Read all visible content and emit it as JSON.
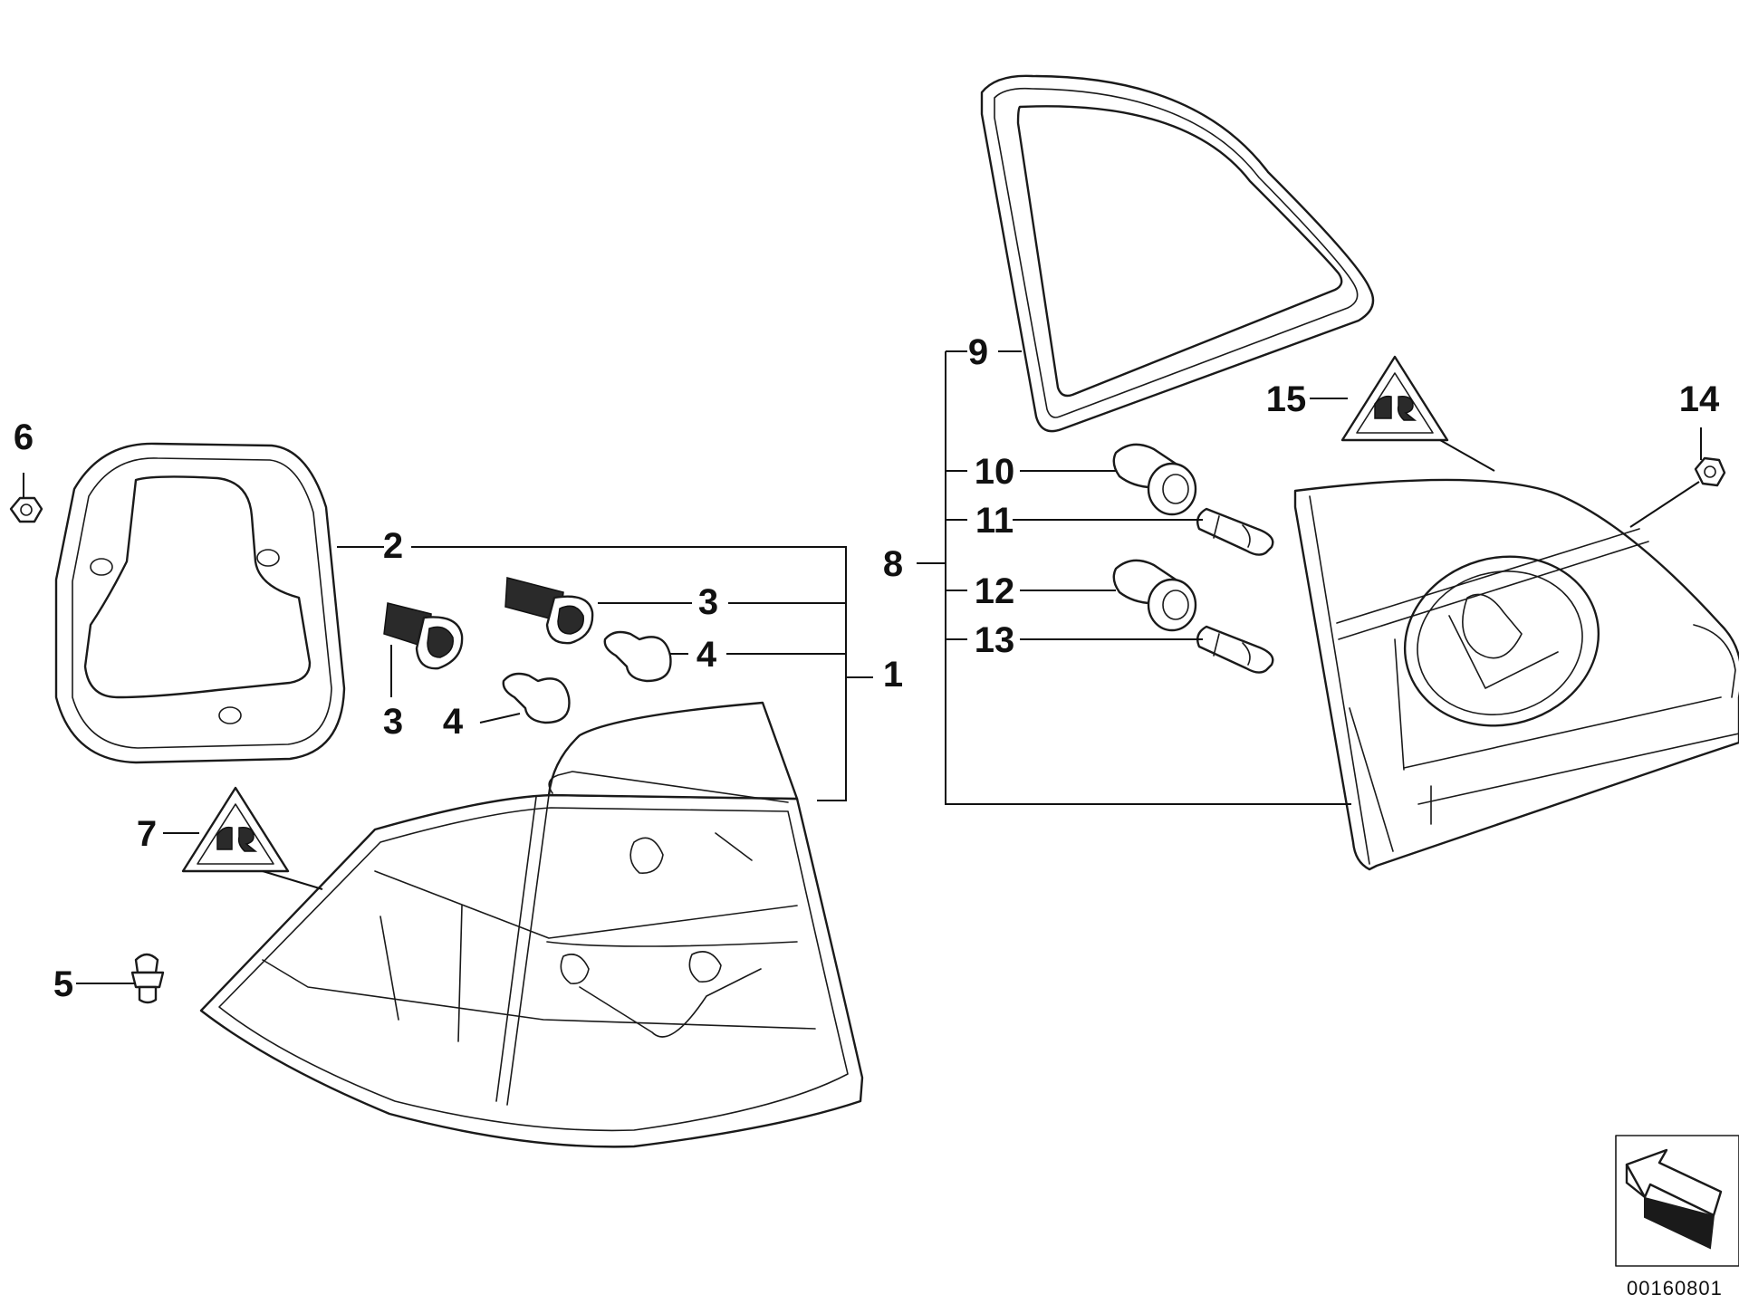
{
  "callouts": {
    "c1": "1",
    "c2": "2",
    "c3a": "3",
    "c3b": "3",
    "c4a": "4",
    "c4b": "4",
    "c5": "5",
    "c6": "6",
    "c7": "7",
    "c8": "8",
    "c9": "9",
    "c10": "10",
    "c11": "11",
    "c12": "12",
    "c13": "13",
    "c14": "14",
    "c15": "15"
  },
  "reference_number": "00160801",
  "icons": [
    "warning-triangle-icon",
    "direction-arrow-icon"
  ]
}
